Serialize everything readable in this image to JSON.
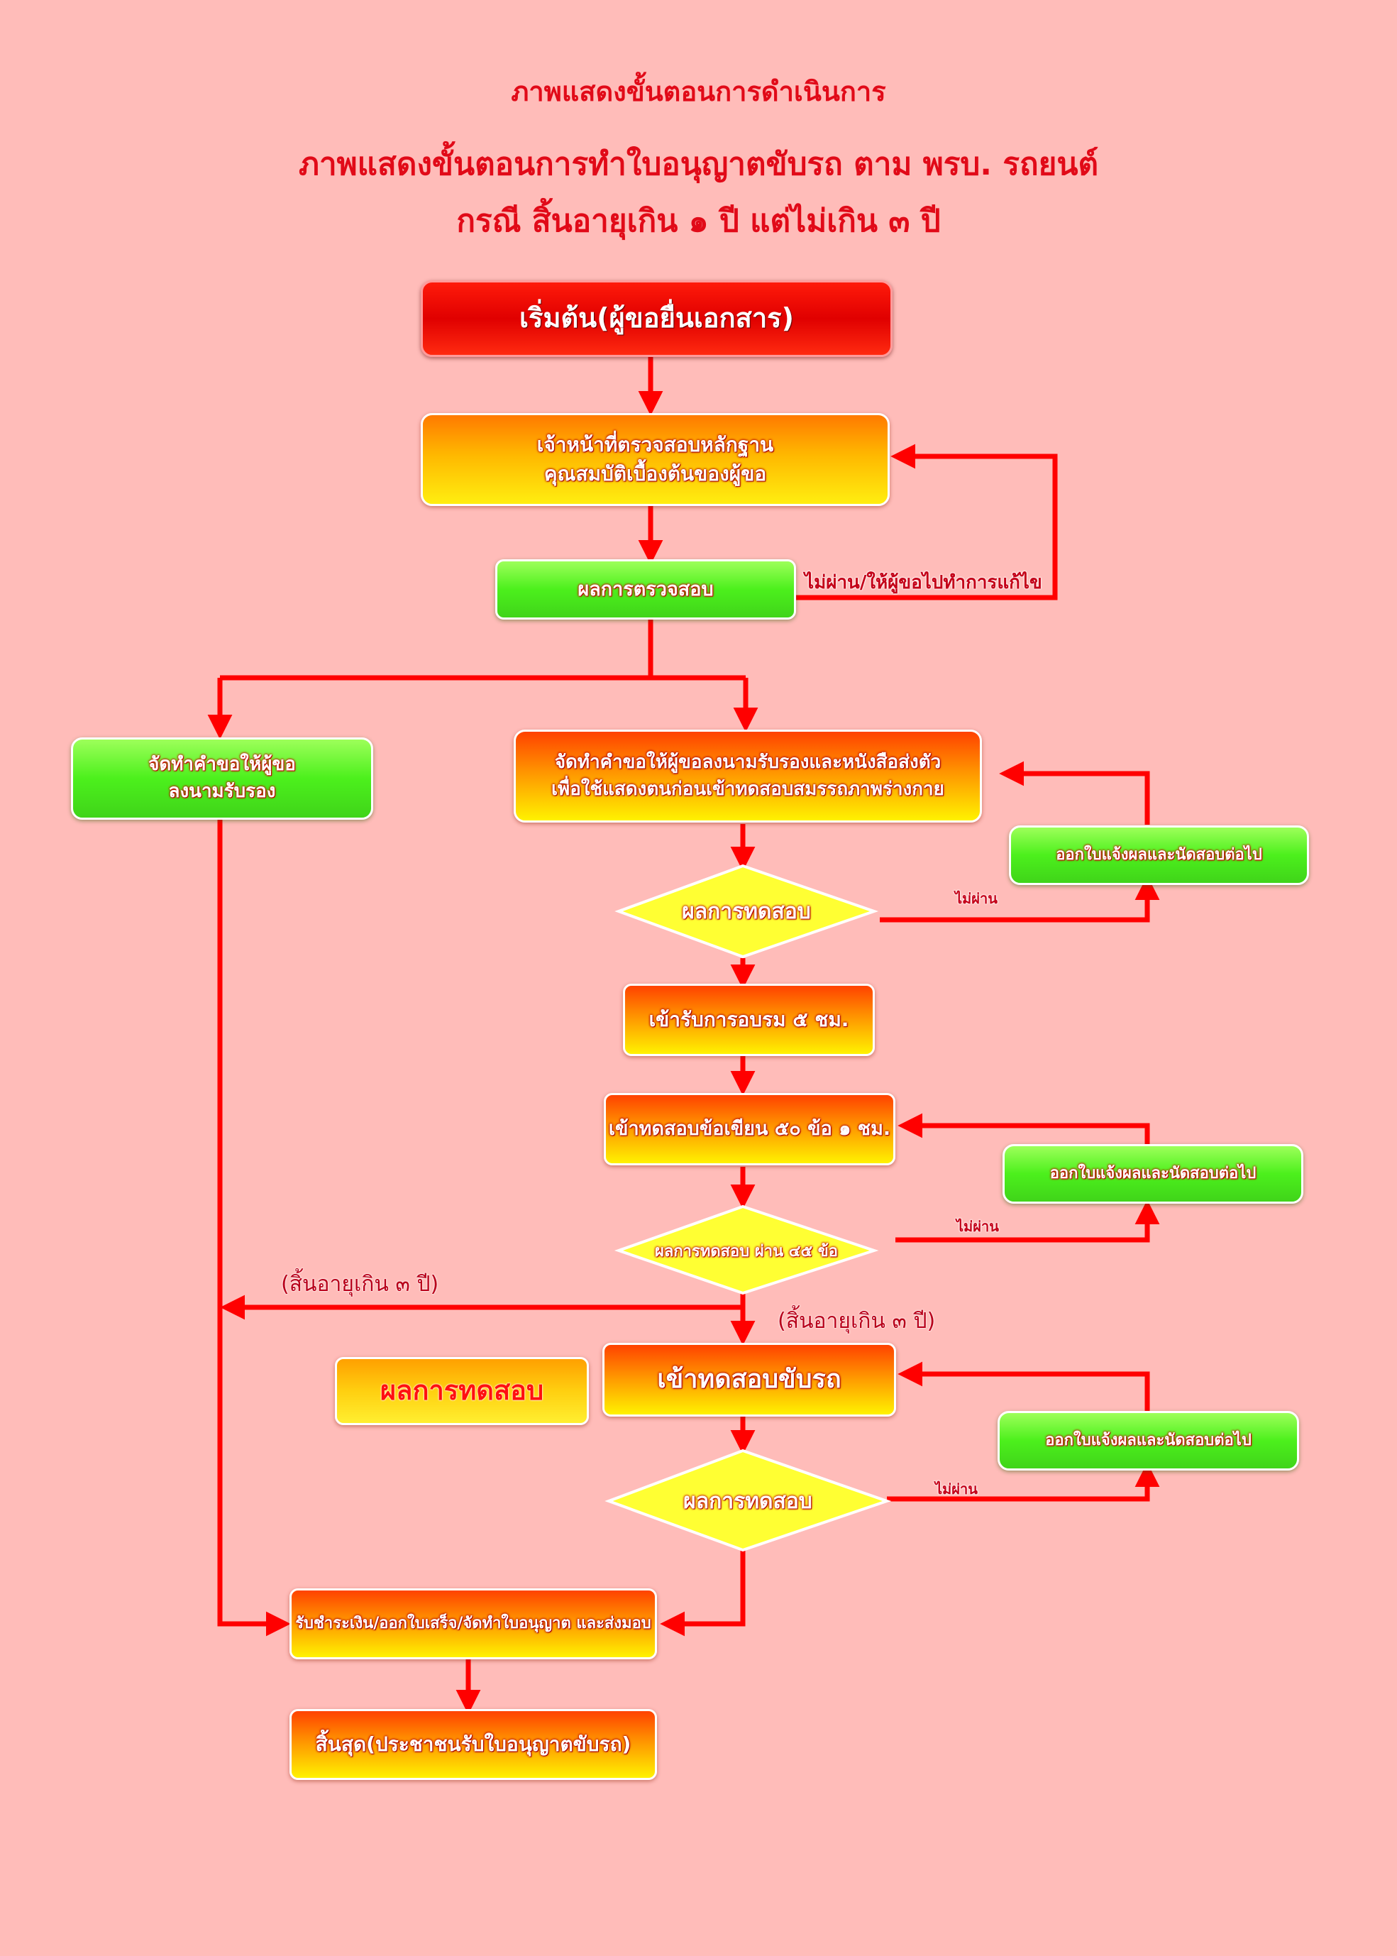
{
  "titles": {
    "line1": "ภาพแสดงขั้นตอนการดำเนินการ",
    "line2": "ภาพแสดงขั้นตอนการทำใบอนุญาตขับรถ ตาม พรบ. รถยนต์",
    "line3": "กรณี สิ้นอายุเกิน ๑ ปี แต่ไม่เกิน ๓ ปี"
  },
  "boxes": {
    "start": "เริ่มต้น(ผู้ขอยื่นเอกสาร)",
    "check_line1": "เจ้าหน้าที่ตรวจสอบหลักฐาน",
    "check_line2": "คุณสมบัติเบื้องต้นของผู้ขอ",
    "check_result": "ผลการตรวจสอบ",
    "left_line1": "จัดทำคำขอให้ผู้ขอ",
    "left_line2": "ลงนามรับรอง",
    "cert_line1": "จัดทำคำขอให้ผู้ขอลงนามรับรองและหนังสือส่งตัว",
    "cert_line2": "เพื่อใช้แสดงตนก่อนเข้าทดสอบสมรรถภาพร่างกาย",
    "notice1": "ออกใบแจ้งผลและนัดสอบต่อไป",
    "training": "เข้ารับการอบรม ๕ ชม.",
    "written": "เข้าทดสอบข้อเขียน ๕๐ ข้อ ๑ ชม.",
    "notice2": "ออกใบแจ้งผลและนัดสอบต่อไป",
    "driving": "เข้าทดสอบขับรถ",
    "result_box": "ผลการทดสอบ",
    "notice3": "ออกใบแจ้งผลและนัดสอบต่อไป",
    "payment": "รับชำระเงิน/ออกใบเสร็จ/จัดทำใบอนุญาต และส่งมอบ",
    "end": "สิ้นสุด(ประชาชนรับใบอนุญาตขับรถ)"
  },
  "diamonds": {
    "physical": "ผลการทดสอบ",
    "written": "ผลการทดสอบ ผ่าน ๔๕ ข้อ",
    "driving": "ผลการทดสอบ"
  },
  "labels": {
    "check_fail": "ไม่ผ่าน/ให้ผู้ขอไปทำการแก้ไข",
    "fail1": "ไม่ผ่าน",
    "fail2": "ไม่ผ่าน",
    "fail3": "ไม่ผ่าน",
    "expired_left": "(สิ้นอายุเกิน ๓ ปี)",
    "expired_right": "(สิ้นอายุเกิน ๓ ปี)"
  },
  "colors": {
    "arrow": "#ff0000",
    "background": "#ffbcb9",
    "title": "#e10a18"
  }
}
